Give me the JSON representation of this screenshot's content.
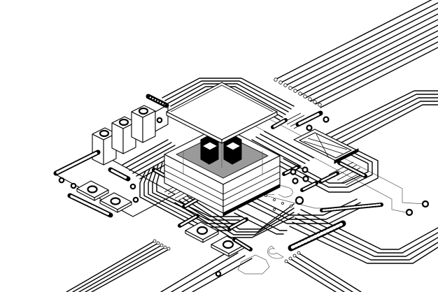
{
  "illustration": {
    "title": "Isometric circuit board with microchip",
    "style": "black and white line art",
    "colors": {
      "background": "#ffffff",
      "line": "#000000",
      "shadow_fill": "#9a9a9a"
    },
    "components": [
      {
        "name": "central processor chip",
        "count": 1
      },
      {
        "name": "floating chip lid",
        "count": 1
      },
      {
        "name": "black cube cores",
        "count": 2
      },
      {
        "name": "cylindrical capacitors",
        "count": 3
      },
      {
        "name": "square pads with rings",
        "count": 4
      },
      {
        "name": "pill connectors",
        "count": 12
      },
      {
        "name": "x-marked component",
        "count": 1
      },
      {
        "name": "trace bundles",
        "count": 8
      }
    ]
  }
}
